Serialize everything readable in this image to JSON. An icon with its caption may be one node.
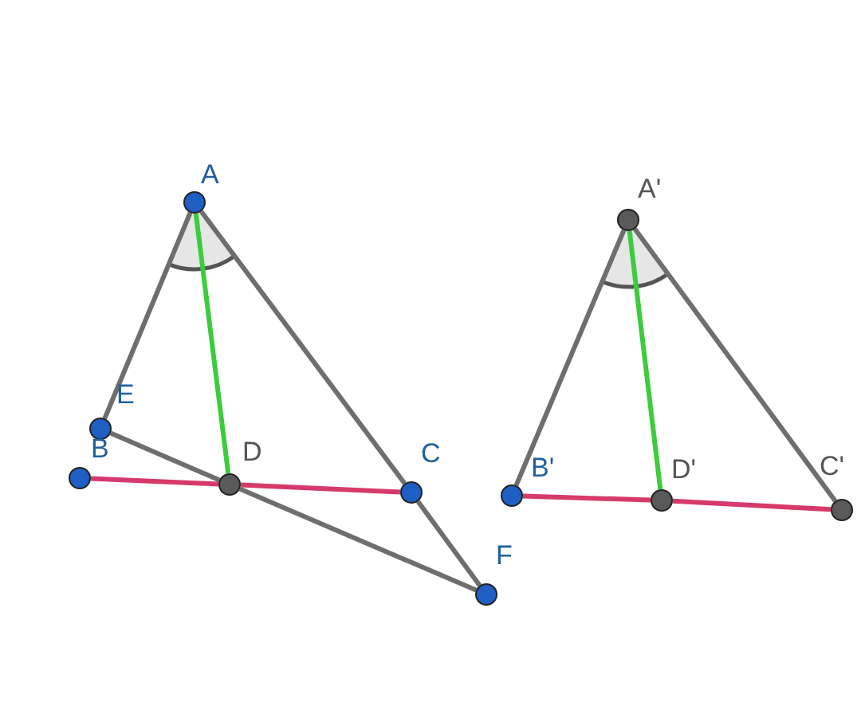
{
  "diagram": {
    "nodes": [
      {
        "text": [
          "A"
        ]
      },
      {
        "text": [
          "E"
        ]
      },
      {
        "text": [
          "B"
        ]
      },
      {
        "text": [
          "D"
        ]
      },
      {
        "text": [
          "C"
        ]
      },
      {
        "text": [
          "F"
        ]
      },
      {
        "text": [
          "A'"
        ]
      },
      {
        "text": [
          "B'"
        ]
      },
      {
        "text": [
          "D'"
        ]
      },
      {
        "text": [
          "C'"
        ]
      }
    ],
    "edges": [
      {
        "from": 0,
        "to": 1,
        "arrow": "none"
      },
      {
        "from": 0,
        "to": 3,
        "arrow": "none",
        "color": "#3ccc3c"
      },
      {
        "from": 0,
        "to": 4,
        "arrow": "none"
      },
      {
        "from": 2,
        "to": 3,
        "arrow": "none",
        "color": "#d63a6a"
      },
      {
        "from": 3,
        "to": 4,
        "arrow": "none",
        "color": "#d63a6a"
      },
      {
        "from": 1,
        "to": 3,
        "arrow": "none"
      },
      {
        "from": 3,
        "to": 5,
        "arrow": "none"
      },
      {
        "from": 4,
        "to": 5,
        "arrow": "none"
      },
      {
        "from": 6,
        "to": 7,
        "arrow": "none"
      },
      {
        "from": 6,
        "to": 8,
        "arrow": "none",
        "color": "#3ccc3c"
      },
      {
        "from": 6,
        "to": 9,
        "arrow": "none"
      },
      {
        "from": 7,
        "to": 8,
        "arrow": "none",
        "color": "#d63a6a"
      },
      {
        "from": 8,
        "to": 9,
        "arrow": "none",
        "color": "#d63a6a"
      }
    ]
  }
}
